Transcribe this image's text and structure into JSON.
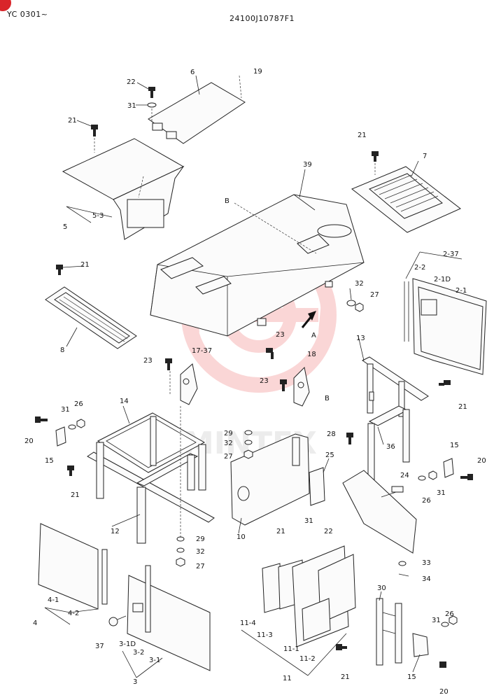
{
  "header": {
    "model": "YC 0301~",
    "drawing_no": "24100J10787F1"
  },
  "watermark": {
    "text": "MINTEX",
    "color": "#f6b5b5"
  },
  "corner_badge": {
    "color": "#d9252a"
  },
  "callouts": {
    "c6": "6",
    "c19": "19",
    "c22": "22",
    "c31a": "31",
    "c21a": "21",
    "c5_3": "5-3",
    "c5": "5",
    "c21b": "21",
    "c7": "7",
    "c39": "39",
    "cBa": "B",
    "c21c": "21",
    "c8": "8",
    "c2_37": "2-37",
    "c2_2": "2-2",
    "c2_1D": "2-1D",
    "c2_1": "2-1",
    "c32a": "32",
    "c27a": "27",
    "cA": "A",
    "c23a": "23",
    "c23b": "23",
    "c17_37": "17-37",
    "c18": "18",
    "c23c": "23",
    "cBb": "B",
    "c13": "13",
    "c21d": "21",
    "c14": "14",
    "c31b": "31",
    "c26a": "26",
    "c20a": "20",
    "c15a": "15",
    "c21e": "21",
    "c12": "12",
    "c29a": "29",
    "c32b": "32",
    "c27b": "27",
    "c29b": "29",
    "c32c": "32",
    "c27c": "27",
    "c25": "25",
    "c10": "10",
    "c31c": "31",
    "c22b": "22",
    "c21f": "21",
    "c28": "28",
    "c36": "36",
    "c15b": "15",
    "c20b": "20",
    "c24": "24",
    "c26b": "26",
    "c31d": "31",
    "c33": "33",
    "c34": "34",
    "c4_1": "4-1",
    "c4_2": "4-2",
    "c4": "4",
    "c37": "37",
    "c3_1D": "3-1D",
    "c3_2": "3-2",
    "c3_1": "3-1",
    "c3": "3",
    "c11_4": "11-4",
    "c11_3": "11-3",
    "c11_1": "11-1",
    "c11_2": "11-2",
    "c11": "11",
    "c21g": "21",
    "c30": "30",
    "c31e": "31",
    "c26c": "26",
    "c15c": "15",
    "c20c": "20"
  }
}
